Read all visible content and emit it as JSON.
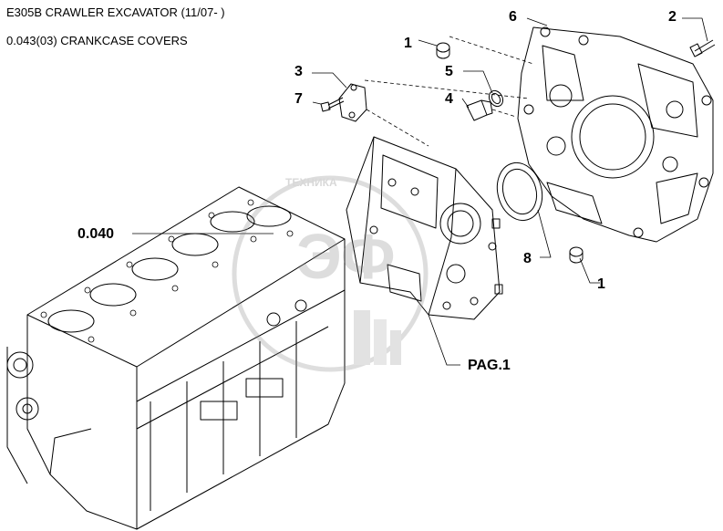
{
  "header": {
    "line1": "E305B CRAWLER EXCAVATOR (11/07- )",
    "line2": "0.043(03) CRANKCASE COVERS"
  },
  "callouts": {
    "c1_top": "1",
    "c1_bottom": "1",
    "c2": "2",
    "c3": "3",
    "c4": "4",
    "c5": "5",
    "c6": "6",
    "c7": "7",
    "c8": "8"
  },
  "refs": {
    "block": "0.040",
    "page": "PAG.1"
  },
  "watermark": {
    "text": "ТЕХНИКА",
    "logo_letters": "ЭФ"
  }
}
